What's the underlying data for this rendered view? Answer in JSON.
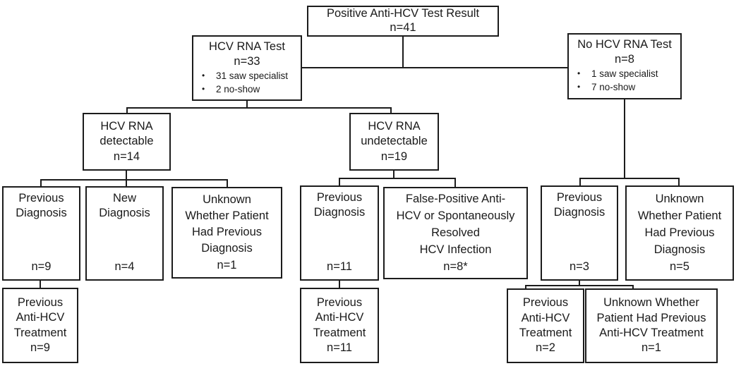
{
  "figure": {
    "type": "flowchart",
    "background": "#ffffff",
    "line_color": "#1c1c1c",
    "footnote_marker": "*"
  },
  "nodes": {
    "top": {
      "title": "Positive Anti-HCV Test Result",
      "count": "n=41"
    },
    "rna_test": {
      "title": "HCV RNA Test",
      "count": "n=33",
      "bullets": [
        "31 saw specialist",
        "2 no-show"
      ],
      "bullet_glyph": "•"
    },
    "no_rna_test": {
      "title": "No HCV RNA Test",
      "count": "n=8",
      "bullets": [
        "1 saw specialist",
        "7 no-show"
      ],
      "bullet_glyph": "•"
    },
    "detectable": {
      "lines": [
        "HCV RNA",
        "detectable"
      ],
      "count": "n=14"
    },
    "undetectable": {
      "lines": [
        "HCV RNA",
        "undetectable"
      ],
      "count": "n=19"
    },
    "prev_diag_det": {
      "lines": [
        "Previous",
        "Diagnosis"
      ],
      "count": "n=9"
    },
    "new_diag": {
      "lines": [
        "New",
        "Diagnosis"
      ],
      "count": "n=4"
    },
    "unk_diag_det": {
      "lines": [
        "Unknown",
        "Whether Patient",
        "Had Previous",
        "Diagnosis"
      ],
      "count": "n=1"
    },
    "prev_diag_undet": {
      "lines": [
        "Previous",
        "Diagnosis"
      ],
      "count": "n=11"
    },
    "false_pos": {
      "lines": [
        "False-Positive Anti-",
        "HCV or Spontaneously",
        "Resolved",
        "HCV Infection"
      ],
      "count": "n=8*"
    },
    "prev_diag_none": {
      "lines": [
        "Previous",
        "Diagnosis"
      ],
      "count": "n=3"
    },
    "unk_diag_none": {
      "lines": [
        "Unknown",
        "Whether Patient",
        "Had Previous",
        "Diagnosis"
      ],
      "count": "n=5"
    },
    "prev_tx_det": {
      "lines": [
        "Previous",
        "Anti-HCV",
        "Treatment"
      ],
      "count": "n=9"
    },
    "prev_tx_undet": {
      "lines": [
        "Previous",
        "Anti-HCV",
        "Treatment"
      ],
      "count": "n=11"
    },
    "prev_tx_none": {
      "lines": [
        "Previous",
        "Anti-HCV",
        "Treatment"
      ],
      "count": "n=2"
    },
    "unk_tx_none": {
      "lines": [
        "Unknown Whether",
        "Patient Had Previous",
        "Anti-HCV Treatment"
      ],
      "count": "n=1"
    }
  },
  "edges": [
    {
      "from": "top",
      "to": "rna_test"
    },
    {
      "from": "top",
      "to": "no_rna_test"
    },
    {
      "from": "rna_test",
      "to": "detectable"
    },
    {
      "from": "rna_test",
      "to": "undetectable"
    },
    {
      "from": "detectable",
      "to": "prev_diag_det"
    },
    {
      "from": "detectable",
      "to": "new_diag"
    },
    {
      "from": "detectable",
      "to": "unk_diag_det"
    },
    {
      "from": "undetectable",
      "to": "prev_diag_undet"
    },
    {
      "from": "undetectable",
      "to": "false_pos"
    },
    {
      "from": "no_rna_test",
      "to": "prev_diag_none"
    },
    {
      "from": "no_rna_test",
      "to": "unk_diag_none"
    },
    {
      "from": "prev_diag_det",
      "to": "prev_tx_det"
    },
    {
      "from": "prev_diag_undet",
      "to": "prev_tx_undet"
    },
    {
      "from": "prev_diag_none",
      "to": "prev_tx_none"
    },
    {
      "from": "prev_diag_none",
      "to": "unk_tx_none"
    }
  ]
}
